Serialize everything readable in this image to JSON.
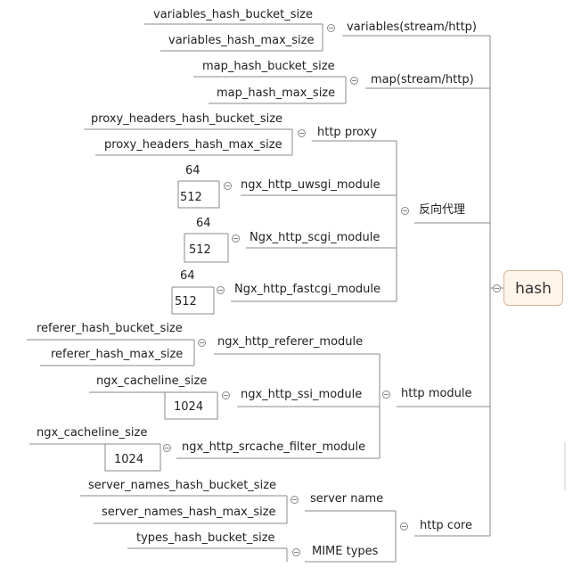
{
  "root": "hash",
  "nodes": {
    "variables": "variables(stream/http)",
    "variables_bucket": "variables_hash_bucket_size",
    "variables_max": "variables_hash_max_size",
    "map": "map(stream/http)",
    "map_bucket": "map_hash_bucket_size",
    "map_max": "map_hash_max_size",
    "reverse_proxy": "反向代理",
    "http_proxy": "http proxy",
    "proxy_bucket": "proxy_headers_hash_bucket_size",
    "proxy_max": "proxy_headers_hash_max_size",
    "uwsgi": "ngx_http_uwsgi_module",
    "uwsgi_64": "64",
    "uwsgi_512": "512",
    "scgi": "Ngx_http_scgi_module",
    "scgi_64": "64",
    "scgi_512": "512",
    "fastcgi": "Ngx_http_fastcgi_module",
    "fastcgi_64": "64",
    "fastcgi_512": "512",
    "http_module": "http module",
    "referer": "ngx_http_referer_module",
    "referer_bucket": "referer_hash_bucket_size",
    "referer_max": "referer_hash_max_size",
    "ssi": "ngx_http_ssi_module",
    "ssi_cacheline": "ngx_cacheline_size",
    "ssi_1024": "1024",
    "srcache": "ngx_http_srcache_filter_module",
    "srcache_cacheline": "ngx_cacheline_size",
    "srcache_1024": "1024",
    "http_core": "http core",
    "server_name": "server name",
    "server_bucket": "server_names_hash_bucket_size",
    "server_max": "server_names_hash_max_size",
    "mime": "MIME types",
    "types_bucket": "types_hash_bucket_size"
  }
}
